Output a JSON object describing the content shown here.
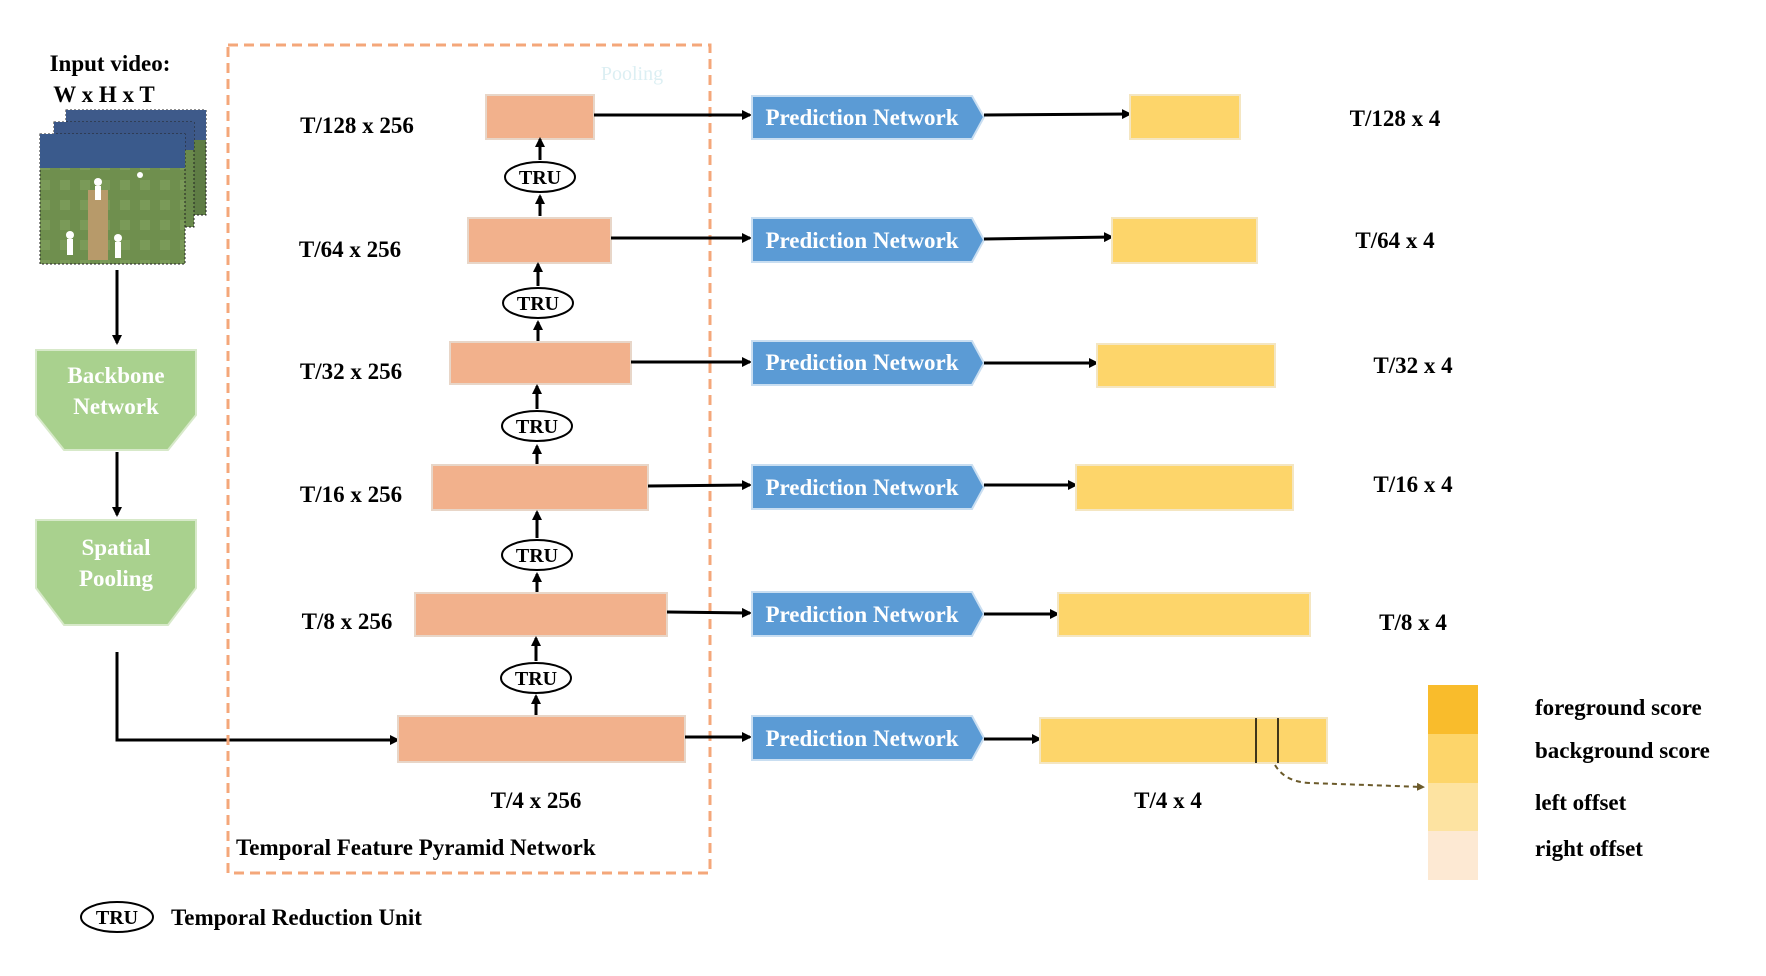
{
  "input": {
    "line1": "Input video:",
    "line2": "W x H x T"
  },
  "backbone": {
    "line1": "Backbone",
    "line2": "Network"
  },
  "pooling": {
    "line1": "Spatial",
    "line2": "Pooling"
  },
  "tfpn_title": "Temporal  Feature Pyramid  Network",
  "faint_text": "Pooling",
  "tru_label": "TRU",
  "prediction_label": "Prediction Network",
  "levels": [
    {
      "feature": "T/128 x 256",
      "output": "T/128 x 4"
    },
    {
      "feature": "T/64 x 256",
      "output": "T/64 x 4"
    },
    {
      "feature": "T/32 x 256",
      "output": "T/32 x 4"
    },
    {
      "feature": "T/16 x 256",
      "output": "T/16 x 4"
    },
    {
      "feature": "T/8 x 256",
      "output": "T/8 x 4"
    },
    {
      "feature": "T/4 x 256",
      "output": "T/4 x 4"
    }
  ],
  "legend": {
    "items": [
      {
        "label": "foreground score",
        "color": "#F9BC2C"
      },
      {
        "label": "background score",
        "color": "#FDD56A"
      },
      {
        "label": "left offset",
        "color": "#FDE3A1"
      },
      {
        "label": "right offset",
        "color": "#FDE9D3"
      }
    ]
  },
  "footer_legend": {
    "symbol": "TRU",
    "text": "Temporal Reduction Unit"
  },
  "colors": {
    "feature_box": "#F2B18C",
    "output_box": "#FDD56A",
    "prediction_box": "#5B9BD5",
    "green_box": "#A9D18E",
    "tfpn_border": "#F4A77A"
  }
}
